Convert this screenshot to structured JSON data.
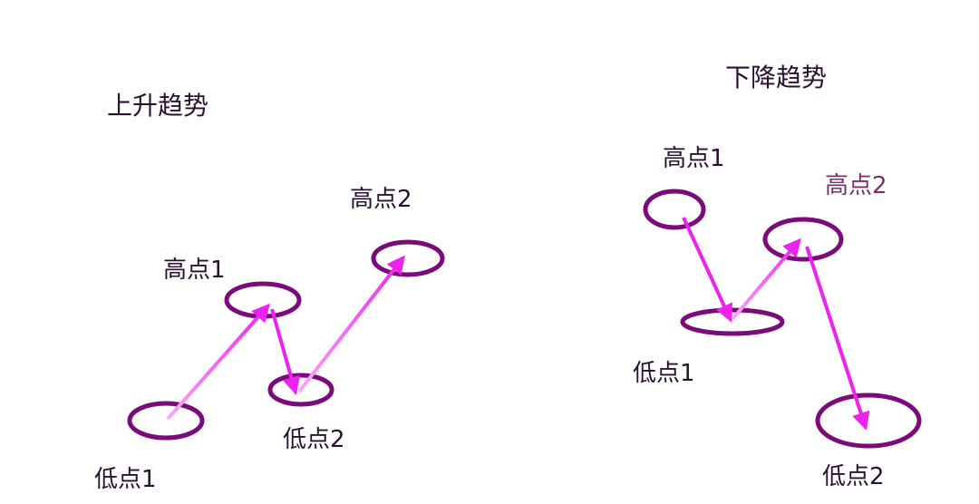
{
  "uptrend": {
    "title": "上升趋势",
    "high1": "高点1",
    "high2": "高点2",
    "low1": "低点1",
    "low2": "低点2"
  },
  "downtrend": {
    "title": "下降趋势",
    "high1": "高点1",
    "high2": "高点2",
    "low1": "低点1",
    "low2": "低点2"
  },
  "colors": {
    "ellipse": "#7b0a7b",
    "arrow": "#ee22ee",
    "text": "#2a1030"
  }
}
